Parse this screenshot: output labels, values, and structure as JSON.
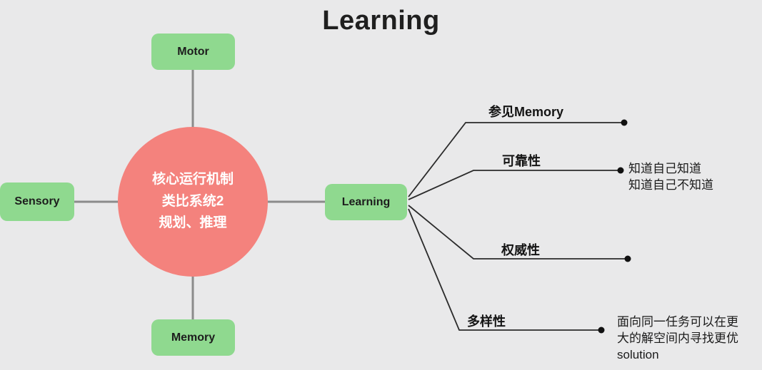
{
  "title": "Learning",
  "center_node": {
    "text": "核心运行机制\n类比系统2\n规划、推理"
  },
  "nodes": {
    "motor": {
      "label": "Motor"
    },
    "sensory": {
      "label": "Sensory"
    },
    "memory": {
      "label": "Memory"
    },
    "learning": {
      "label": "Learning"
    }
  },
  "branches": [
    {
      "label": "参见Memory",
      "note": ""
    },
    {
      "label": "可靠性",
      "note": "知道自己知道\n知道自己不知道"
    },
    {
      "label": "权威性",
      "note": ""
    },
    {
      "label": "多样性",
      "note": "面向同一任务可以在更\n大的解空间内寻找更优\nsolution"
    }
  ],
  "colors": {
    "background": "#e9e9ea",
    "node_green": "#8fd98f",
    "center_red": "#f4827d",
    "connector_gray": "#8b8b8b",
    "branch_line": "#2b2b2b",
    "text_dark": "#1f1f1f",
    "center_text": "#ffffff"
  }
}
